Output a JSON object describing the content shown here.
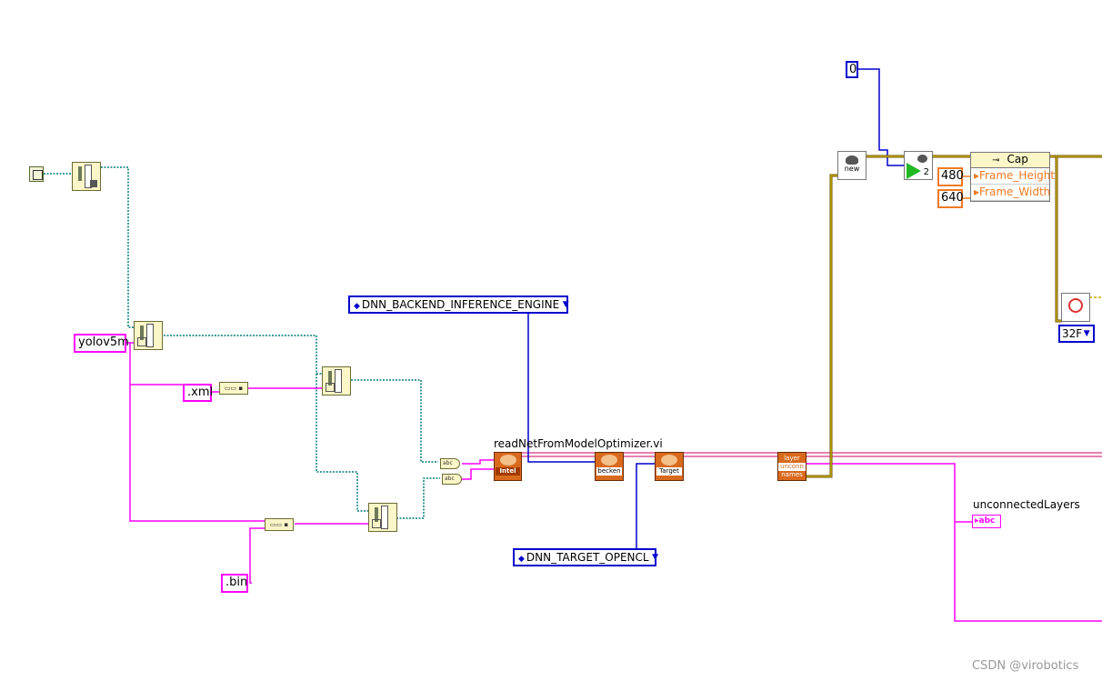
{
  "constants": {
    "yolov5m": "yolov5m",
    "xml": ".xml",
    "bin": ".bin",
    "camera_index": "0",
    "frame_height": "480",
    "frame_width": "640"
  },
  "rings": {
    "backend": "DNN_BACKEND_INFERENCE_ENGINE",
    "target": "DNN_TARGET_OPENCL",
    "depth": "32F"
  },
  "vis": {
    "read_net_label": "readNetFromModelOptimizer.vi",
    "read_net_icon": "Intel",
    "backend_icon": "becken",
    "target_icon": "Target",
    "new_icon": "new",
    "cap_run_num": "2"
  },
  "layer_node": {
    "line1": "layer",
    "line2": "unconn",
    "line3": "names"
  },
  "cap_cluster": {
    "title": "Cap",
    "rows": [
      "Frame_Height",
      "Frame_Width"
    ]
  },
  "indicator": {
    "label": "unconnectedLayers",
    "value": "abc"
  },
  "concat_label": "abc",
  "watermark": "CSDN @virobotics",
  "colors": {
    "string_wire": "#ff00ff",
    "path_wire": "#007a7a",
    "enum_wire": "#0000cc",
    "ref_wire": "#6b4c00",
    "cluster_wire": "#c7a800"
  }
}
